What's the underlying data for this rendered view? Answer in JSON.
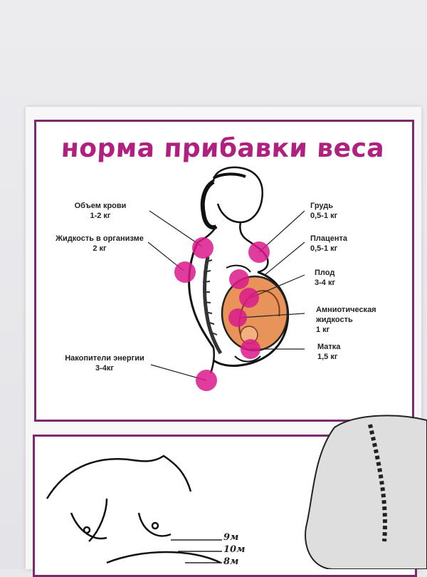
{
  "poster": {
    "title": "норма прибавки веса",
    "labels_left": [
      {
        "name": "Объем крови",
        "value": "1-2 кг"
      },
      {
        "name": "Жидкость в организме",
        "value": "2 кг"
      },
      {
        "name": "Накопители энергии",
        "value": "3-4кг"
      }
    ],
    "labels_right": [
      {
        "name": "Грудь",
        "value": "0,5-1 кг"
      },
      {
        "name": "Плацента",
        "value": "0,5-1 кг"
      },
      {
        "name": "Плод",
        "value": "3-4 кг"
      },
      {
        "name": "Амниотическая",
        "name2": "жидкость",
        "value": "1 кг"
      },
      {
        "name": "Матка",
        "value": "1,5 кг"
      }
    ],
    "accent_color": "#b0217f",
    "dot_color": "#d91a8c",
    "frame_color": "#7a2a6e"
  },
  "lower_panel": {
    "marks": [
      "9м",
      "10м",
      "8м"
    ]
  }
}
